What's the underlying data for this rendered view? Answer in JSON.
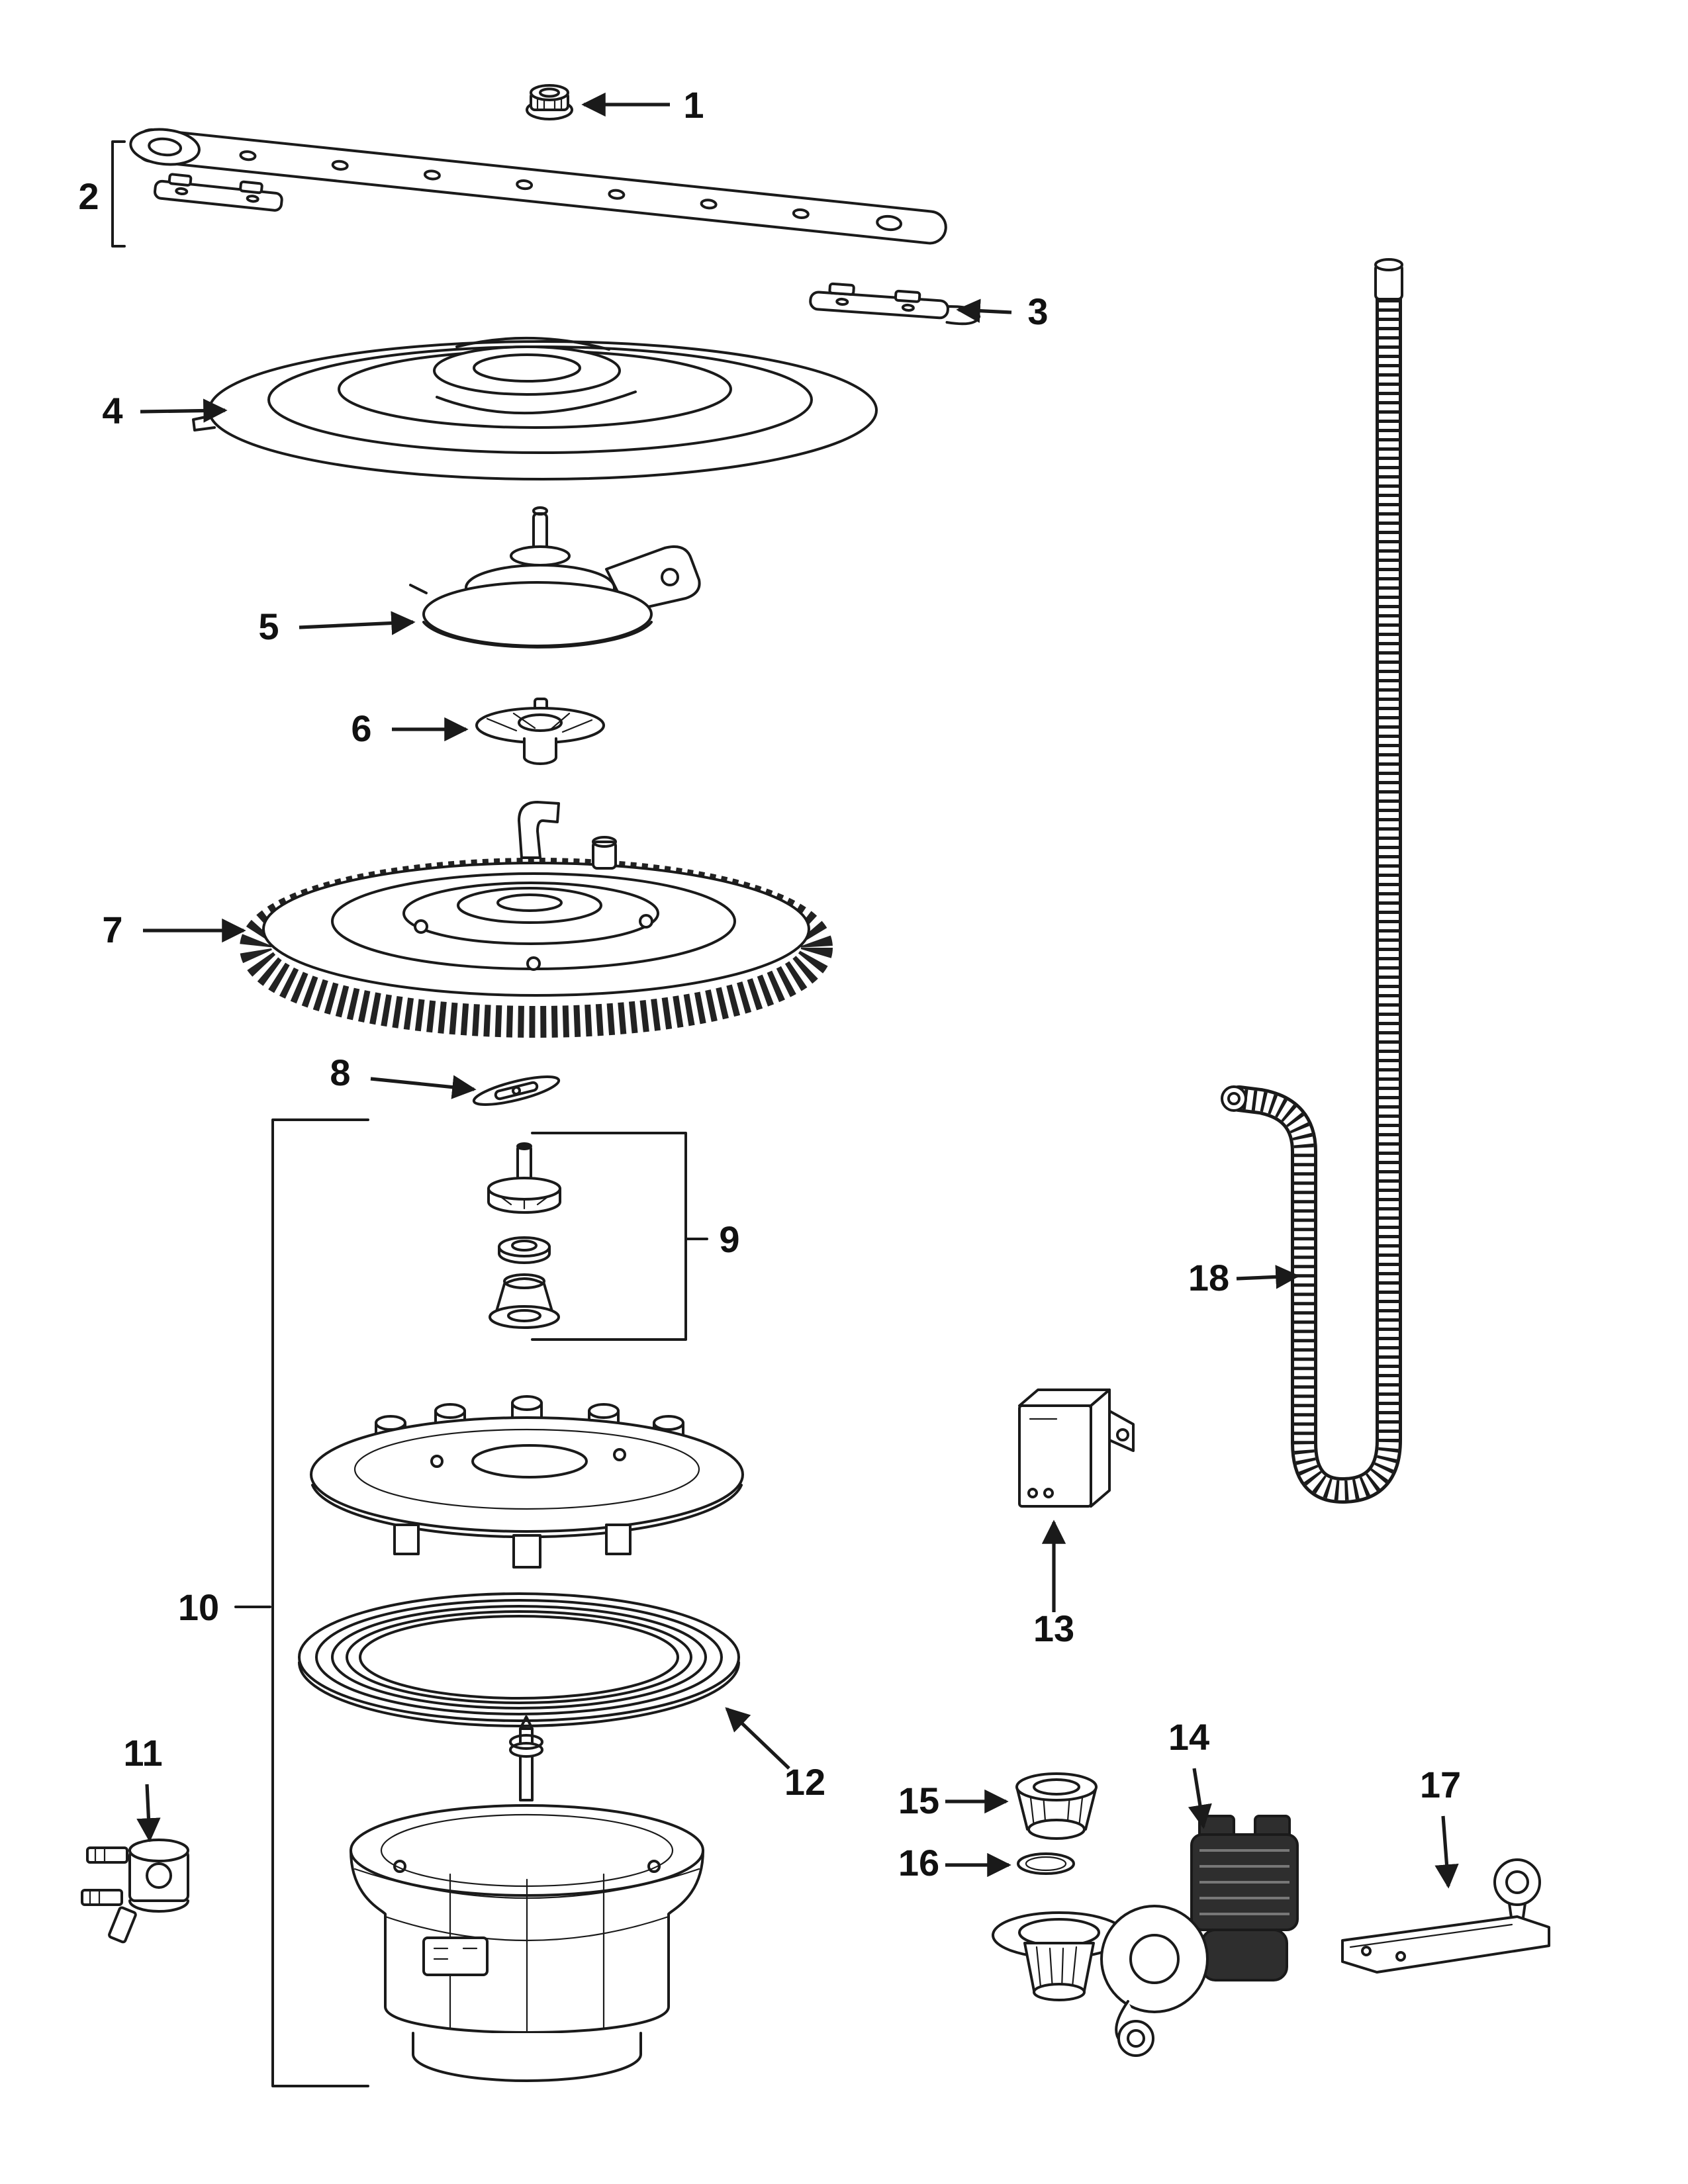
{
  "figure": {
    "kind": "exploded-parts-diagram"
  },
  "colors": {
    "background": "#ffffff",
    "line": "#1a1a1a"
  },
  "callouts": [
    {
      "label": "1"
    },
    {
      "label": "2"
    },
    {
      "label": "3"
    },
    {
      "label": "4"
    },
    {
      "label": "5"
    },
    {
      "label": "6"
    },
    {
      "label": "7"
    },
    {
      "label": "8"
    },
    {
      "label": "9"
    },
    {
      "label": "10"
    },
    {
      "label": "11"
    },
    {
      "label": "12"
    },
    {
      "label": "13"
    },
    {
      "label": "14"
    },
    {
      "label": "15"
    },
    {
      "label": "16"
    },
    {
      "label": "17"
    },
    {
      "label": "18"
    }
  ]
}
